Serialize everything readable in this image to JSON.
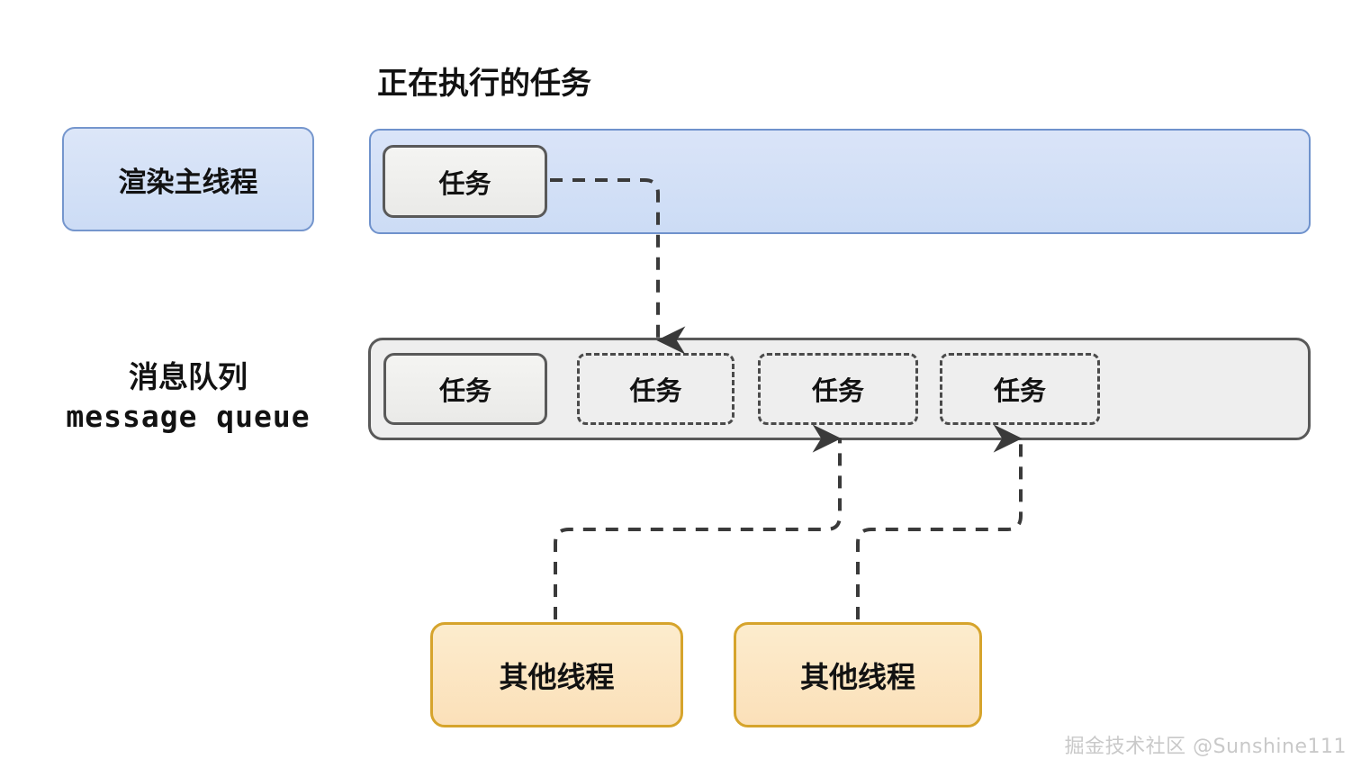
{
  "diagram": {
    "title": "正在执行的任务",
    "watermark": "掘金技术社区 @Sunshine111",
    "colors": {
      "thread_fill": "#d6e0f6",
      "thread_border": "#6f92cc",
      "queue_fill": "#eeeeee",
      "queue_border": "#595959",
      "task_fill": "#f0f0ee",
      "task_border": "#595959",
      "other_thread_fill": "#fbe5c3",
      "other_thread_border": "#d6a42c",
      "connector": "#3a3a3a",
      "watermark": "#c9c9c9"
    }
  },
  "main_thread": {
    "label": "渲染主线程",
    "running_task_label": "任务"
  },
  "message_queue": {
    "label_cn": "消息队列",
    "label_en": "message queue",
    "tasks": [
      {
        "label": "任务",
        "state": "solid"
      },
      {
        "label": "任务",
        "state": "dashed"
      },
      {
        "label": "任务",
        "state": "dashed"
      },
      {
        "label": "任务",
        "state": "dashed"
      }
    ]
  },
  "other_threads": [
    {
      "label": "其他线程"
    },
    {
      "label": "其他线程"
    }
  ],
  "connectors": [
    {
      "name": "running-task-to-queue",
      "from": "main-thread-running-task",
      "to": "queue-task-2",
      "style": "dashed",
      "direction": "down"
    },
    {
      "name": "other-thread-1-to-queue",
      "from": "other-thread-1",
      "to": "queue-task-3",
      "style": "dashed",
      "direction": "up"
    },
    {
      "name": "other-thread-2-to-queue",
      "from": "other-thread-2",
      "to": "queue-task-4",
      "style": "dashed",
      "direction": "up"
    }
  ]
}
